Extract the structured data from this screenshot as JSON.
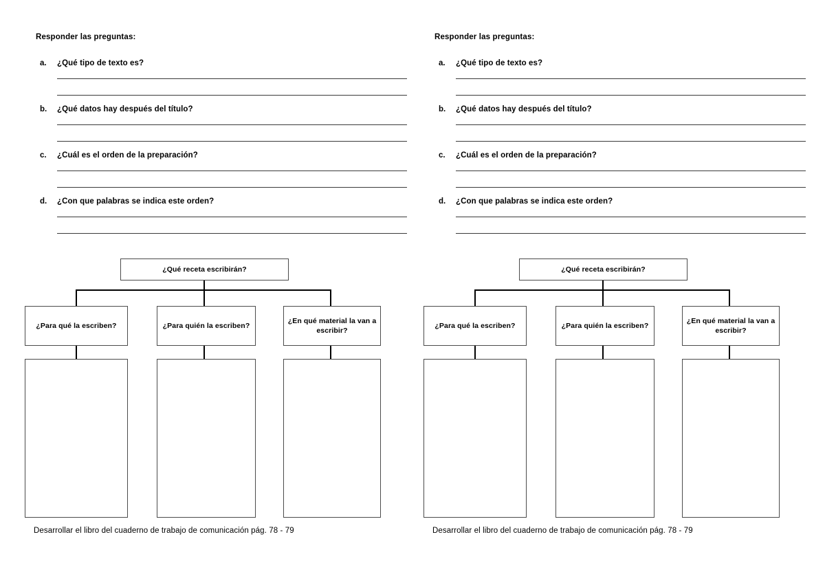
{
  "page": {
    "background": "#ffffff",
    "text_color": "#000000",
    "rule_color": "#3a3a3a",
    "box_border_color": "#4a4a4a",
    "connector_color": "#000000"
  },
  "worksheet": {
    "heading": "Responder las preguntas:",
    "questions": [
      {
        "marker": "a.",
        "text": "¿Qué tipo de texto es?"
      },
      {
        "marker": "b.",
        "text": "¿Qué datos hay después del título?"
      },
      {
        "marker": "c.",
        "text": "¿Cuál es el orden de la preparación?"
      },
      {
        "marker": "d.",
        "text": "¿Con que palabras se indica este orden?"
      }
    ],
    "diagram": {
      "root": "¿Qué receta escribirán?",
      "branches": [
        {
          "label": "¿Para qué la escriben?",
          "answer": ""
        },
        {
          "label": "¿Para quién la escriben?",
          "answer": ""
        },
        {
          "label": "¿En qué material la van a escribir?",
          "answer": ""
        }
      ]
    },
    "footer": "Desarrollar el libro del cuaderno de trabajo de comunicación pág. 78 - 79"
  }
}
